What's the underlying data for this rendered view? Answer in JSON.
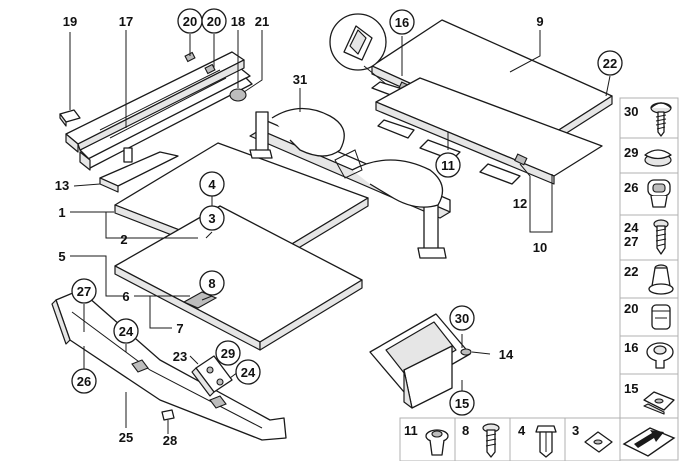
{
  "callouts": {
    "c20a": "20",
    "c20b": "20",
    "c16": "16",
    "c22": "22",
    "c11": "11",
    "c4": "4",
    "c3": "3",
    "c8": "8",
    "c27": "27",
    "c24": "24",
    "c29": "29",
    "c24b": "24",
    "c26": "26",
    "c30": "30",
    "c15": "15"
  },
  "labels": {
    "l19": "19",
    "l17": "17",
    "l18": "18",
    "l21": "21",
    "l9": "9",
    "l31": "31",
    "l13": "13",
    "l1": "1",
    "l2": "2",
    "l5": "5",
    "l6": "6",
    "l7": "7",
    "l12": "12",
    "l10": "10",
    "l14": "14",
    "l23": "23",
    "l25": "25",
    "l28": "28"
  },
  "sidebar": [
    "30",
    "29",
    "26",
    "24",
    "27",
    "22",
    "20",
    "16",
    "15"
  ],
  "bottom_row": [
    "11",
    "8",
    "4",
    "3"
  ]
}
